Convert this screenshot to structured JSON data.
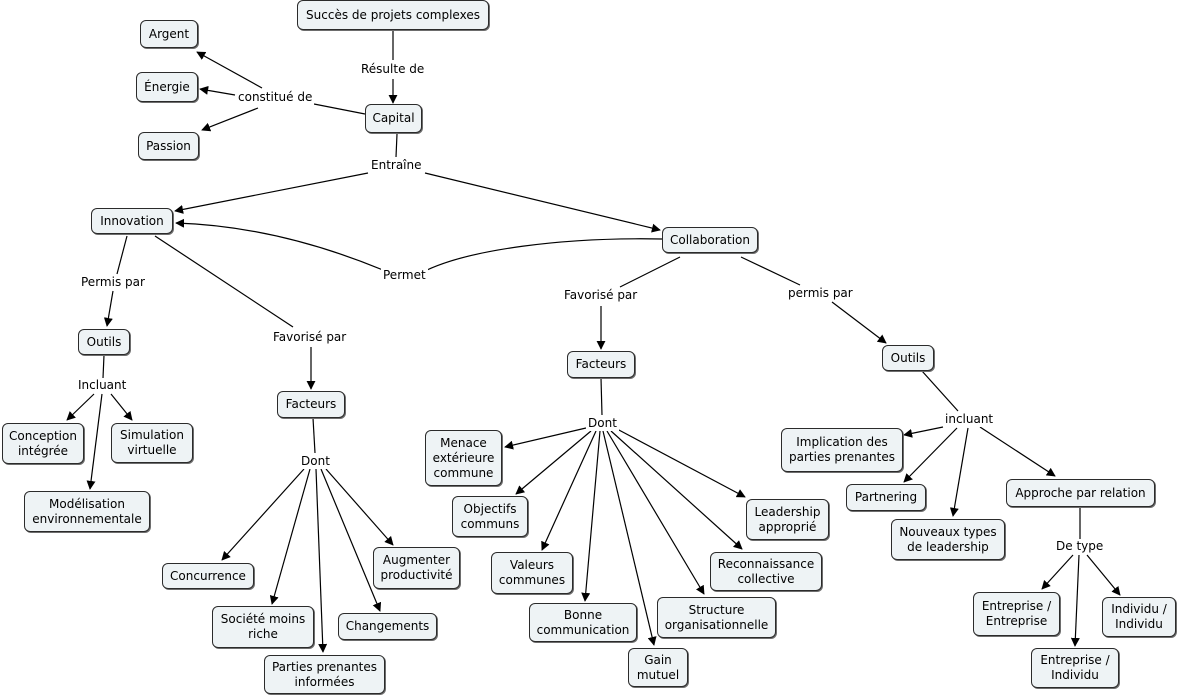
{
  "nodes": {
    "succes": "Succès de projets complexes",
    "argent": "Argent",
    "energie": "Énergie",
    "passion": "Passion",
    "capital": "Capital",
    "innovation": "Innovation",
    "collaboration": "Collaboration",
    "outils_innov": "Outils",
    "conception": "Conception\nintégrée",
    "simulation": "Simulation\nvirtuelle",
    "modelisation": "Modélisation\nenvironnementale",
    "facteurs_innov": "Facteurs",
    "concurrence": "Concurrence",
    "societe": "Société moins\nriche",
    "parties_inf": "Parties prenantes\ninformées",
    "changements": "Changements",
    "augmenter": "Augmenter\nproductivité",
    "facteurs_collab": "Facteurs",
    "menace": "Menace\nextérieure\ncommune",
    "objectifs": "Objectifs\ncommuns",
    "valeurs": "Valeurs\ncommunes",
    "bonne_comm": "Bonne\ncommunication",
    "gain": "Gain\nmutuel",
    "structure": "Structure\norganisationnelle",
    "reconnaissance": "Reconnaissance\ncollective",
    "leadership": "Leadership\napproprié",
    "outils_collab": "Outils",
    "implication": "Implication des\nparties prenantes",
    "partnering": "Partnering",
    "nouveaux": "Nouveaux types\nde leadership",
    "approche": "Approche par relation",
    "ent_ent": "Entreprise /\nEntreprise",
    "ent_ind": "Entreprise /\nIndividu",
    "ind_ind": "Individu /\nIndividu"
  },
  "labels": {
    "resulte_de": "Résulte de",
    "constitue_de": "constitué de",
    "entraine": "Entraîne",
    "permet": "Permet",
    "permis_par_1": "Permis par",
    "incluant_1": "Incluant",
    "favorise_par_1": "Favorisé par",
    "dont_1": "Dont",
    "favorise_par_2": "Favorisé par",
    "dont_2": "Dont",
    "permis_par_2": "permis par",
    "incluant_2": "incluant",
    "de_type": "De type"
  }
}
